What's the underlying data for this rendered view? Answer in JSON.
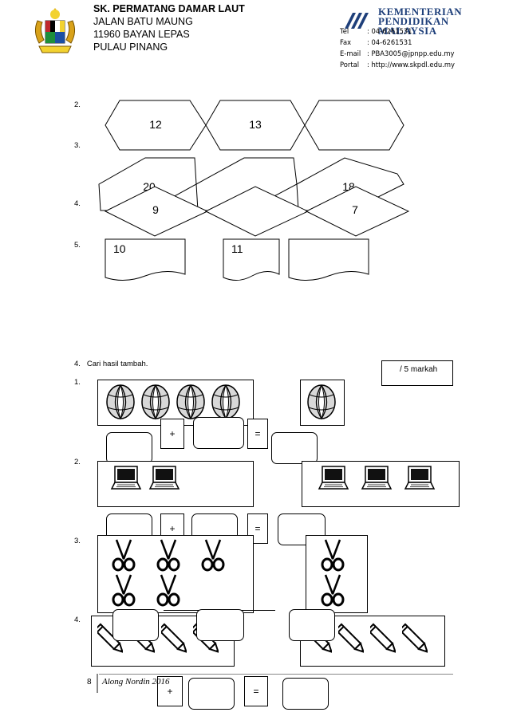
{
  "header": {
    "school_name": "SK. PERMATANG DAMAR LAUT",
    "address_1": "JALAN BATU MAUNG",
    "address_2": "11960 BAYAN LEPAS",
    "address_3": "PULAU PINANG",
    "ministry_1": "KEMENTERIAN",
    "ministry_2": "PENDIDIKAN",
    "ministry_3": "MALAYSIA",
    "contacts": [
      {
        "label": "Tel",
        "value": ": 04-6261531"
      },
      {
        "label": "Fax",
        "value": ": 04-6261531"
      },
      {
        "label": "E-mail",
        "value": ": PBA3005@jpnpp.edu.my"
      },
      {
        "label": "Portal",
        "value": ": http://www.skpdl.edu.my"
      }
    ]
  },
  "section_a": {
    "item_numbers": [
      "2.",
      "3.",
      "4.",
      "5."
    ],
    "hexagon_values": [
      "12",
      "13",
      ""
    ],
    "diamond_back_values": [
      "20",
      "",
      "18"
    ],
    "diamond_front_values": [
      "9",
      "",
      "7"
    ],
    "wave_values": [
      "10",
      "11",
      ""
    ]
  },
  "section_b": {
    "title": "4.   Cari hasil tambah.",
    "marks": "/ 5 markah",
    "item_numbers": [
      "1.",
      "2.",
      "3.",
      "4."
    ],
    "plus": "+",
    "equals": "=",
    "icons": {
      "q1": "ball-icon",
      "q2": "laptop-icon",
      "q3": "scissors-icon",
      "q4": "pencil-icon"
    }
  },
  "footer": {
    "page": "8",
    "author": "Along Nordin 2016"
  }
}
